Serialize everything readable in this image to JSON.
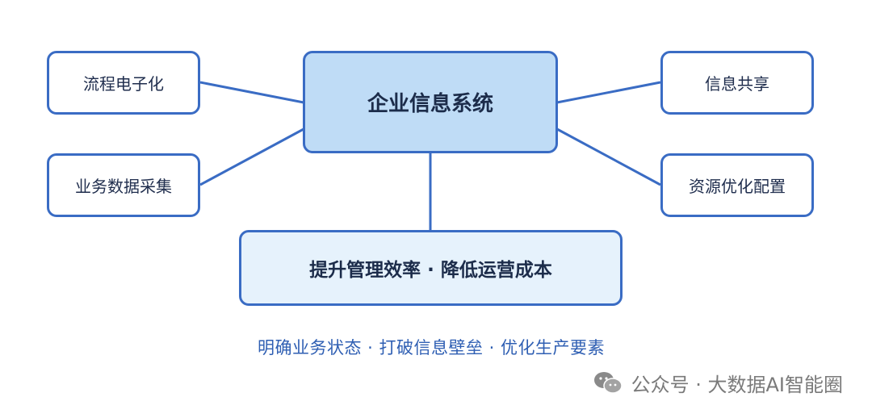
{
  "diagram": {
    "center": "企业信息系统",
    "left_nodes": [
      "流程电子化",
      "业务数据采集"
    ],
    "right_nodes": [
      "信息共享",
      "资源优化配置"
    ],
    "outcome": "提升管理效率 · 降低运营成本",
    "summary": "明确业务状态 · 打破信息壁垒 · 优化生产要素",
    "colors": {
      "border": "#3a6cc4",
      "center_fill": "#bfdcf6",
      "outcome_fill": "#e6f2fc",
      "summary_text": "#2f5fb3"
    }
  },
  "watermark": {
    "icon": "wechat-logo-icon",
    "text": "公众号 · 大数据AI智能圈"
  }
}
